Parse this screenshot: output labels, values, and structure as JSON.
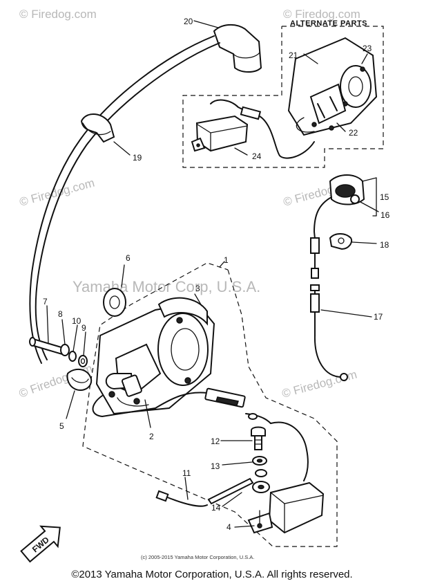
{
  "header": {
    "alternate_parts": "ALTERNATE PARTS"
  },
  "callouts": {
    "c1": "1",
    "c2": "2",
    "c3": "3",
    "c4": "4",
    "c5": "5",
    "c6": "6",
    "c7": "7",
    "c8": "8",
    "c9": "9",
    "c10": "10",
    "c11": "11",
    "c12": "12",
    "c13": "13",
    "c14": "14",
    "c15": "15",
    "c16": "16",
    "c17": "17",
    "c18": "18",
    "c19": "19",
    "c20": "20",
    "c21": "21",
    "c22": "22",
    "c23": "23",
    "c24": "24"
  },
  "watermarks": {
    "firedog": "© Firedog.com",
    "yamaha": "Yamaha Motor Corp, U.S.A."
  },
  "fwd_label": "FWD",
  "small_copyright": "(c) 2005-2015 Yamaha Motor Corporation, U.S.A.",
  "footer": {
    "copyright": "©2013 Yamaha Motor Corporation, U.S.A. All rights reserved."
  }
}
